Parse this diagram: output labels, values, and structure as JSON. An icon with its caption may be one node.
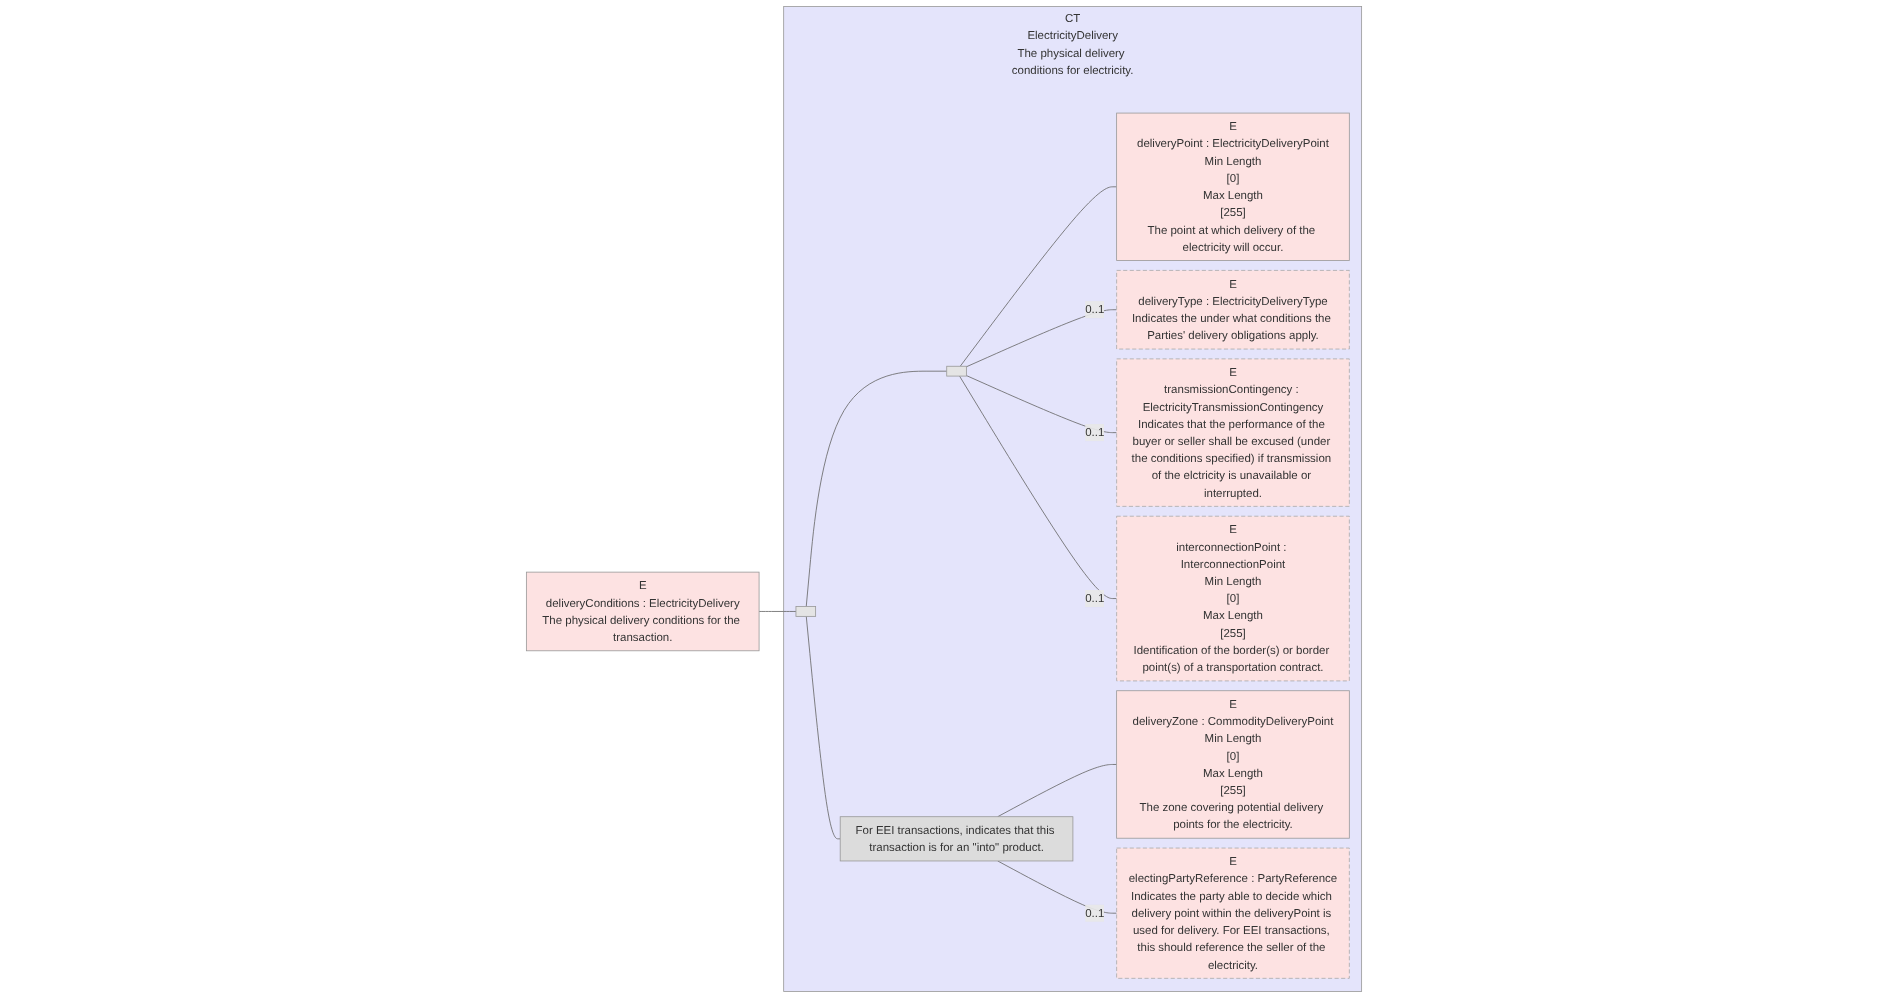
{
  "diagram": {
    "nodes": [
      {
        "text": [
          "E",
          "deliveryConditions : ElectricityDelivery",
          "The physical delivery conditions for the transaction."
        ]
      },
      {
        "text": [
          "CT",
          "ElectricityDelivery",
          "The physical delivery conditions for electricity."
        ]
      },
      {
        "text": [],
        "shape": "bar",
        "in": 1
      },
      {
        "text": [],
        "shape": "bar",
        "in": 1
      },
      {
        "text": [
          "E",
          "deliveryPoint : ElectricityDeliveryPoint",
          "Min Length",
          "[0]",
          "Max Length",
          "[255]",
          "The point at which delivery of the electricity will occur."
        ],
        "in": 1
      },
      {
        "text": [
          "E",
          "deliveryType : ElectricityDeliveryType",
          "Indicates the under what conditions the Parties' delivery obligations apply."
        ],
        "in": 1
      },
      {
        "text": [
          "E",
          "transmissionContingency : ElectricityTransmissionContingency",
          "Indicates that the performance of the buyer or seller shall be excused (under the conditions specified) if transmission of the elctricity is unavailable or interrupted."
        ],
        "in": 1
      },
      {
        "text": [
          "E",
          "interconnectionPoint : InterconnectionPoint",
          "Min Length",
          "[0]",
          "Max Length",
          "[255]",
          "Identification of the border(s) or border point(s) of a transportation contract."
        ],
        "in": 1
      },
      {
        "text": [
          "For EEI transactions, indicates that this transaction is for an \"into\" product."
        ],
        "in": 1
      },
      {
        "text": [
          "E",
          "deliveryZone : CommodityDeliveryPoint",
          "Min Length",
          "[0]",
          "Max Length",
          "[255]",
          "The zone covering potential delivery points for the electricity."
        ],
        "in": 1
      },
      {
        "text": [
          "E",
          "electingPartyReference : PartyReference",
          "Indicates the party able to decide which delivery point within the deliveryPoint is used for delivery. For EEI transactions, this should reference the seller of the electricity."
        ],
        "in": 1
      }
    ],
    "edges": [
      {
        "from": 0,
        "to": 2,
        "arrow": "none"
      },
      {
        "from": 2,
        "to": 3,
        "arrow": "none"
      },
      {
        "from": 2,
        "to": 8,
        "arrow": "none"
      },
      {
        "from": 3,
        "to": 4,
        "arrow": "none"
      },
      {
        "from": 3,
        "to": 5,
        "arrow": "none",
        "label": "0..1"
      },
      {
        "from": 3,
        "to": 6,
        "arrow": "none",
        "label": "0..1"
      },
      {
        "from": 3,
        "to": 7,
        "arrow": "none",
        "label": "0..1"
      },
      {
        "from": 8,
        "to": 9,
        "arrow": "none"
      },
      {
        "from": 8,
        "to": 10,
        "arrow": "none",
        "label": "0..1"
      }
    ]
  }
}
